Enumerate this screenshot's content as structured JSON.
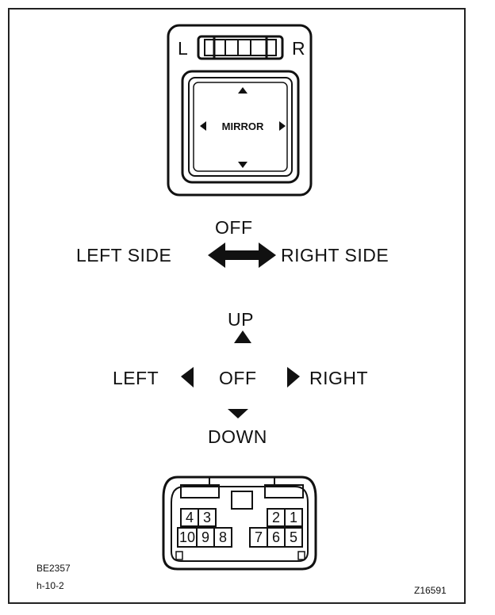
{
  "switch": {
    "selector_left": "L",
    "selector_right": "R",
    "knob_label": "MIRROR"
  },
  "selector_legend": {
    "center": "OFF",
    "left": "LEFT SIDE",
    "right": "RIGHT SIDE"
  },
  "direction_legend": {
    "up": "UP",
    "left": "LEFT",
    "center": "OFF",
    "right": "RIGHT",
    "down": "DOWN"
  },
  "connector": {
    "top_row_left": [
      "4",
      "3"
    ],
    "top_row_right": [
      "2",
      "1"
    ],
    "bottom_row_left": [
      "10",
      "9",
      "8"
    ],
    "bottom_row_right": [
      "7",
      "6",
      "5"
    ]
  },
  "captions": {
    "code": "BE2357",
    "sub_code": "h-10-2",
    "figure_id": "Z16591"
  }
}
